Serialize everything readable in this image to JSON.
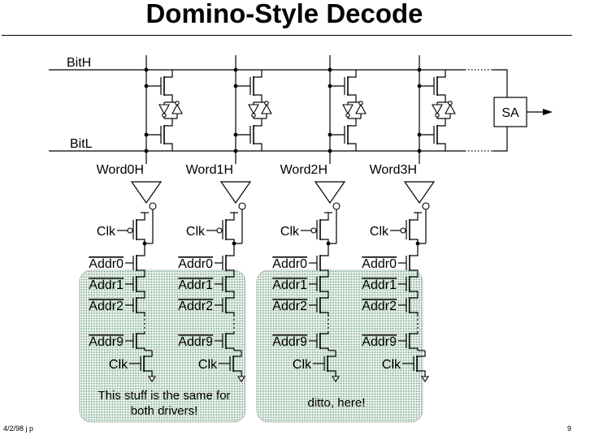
{
  "title": "Domino-Style Decode",
  "signals": {
    "bit_h": "BitH",
    "bit_l": "BitL",
    "sense_amp": "SA"
  },
  "columns": [
    {
      "word": "Word0H",
      "clk": "Clk",
      "addr0": "Addr0",
      "addr1": "Addr1",
      "addr2": "Addr2",
      "addr9": "Addr9",
      "clk_bottom": "Clk"
    },
    {
      "word": "Word1H",
      "clk": "Clk",
      "addr0": "Addr0",
      "addr1": "Addr1",
      "addr2": "Addr2",
      "addr9": "Addr9",
      "clk_bottom": "Clk"
    },
    {
      "word": "Word2H",
      "clk": "Clk",
      "addr0": "Addr0",
      "addr1": "Addr1",
      "addr2": "Addr2",
      "addr9": "Addr9",
      "clk_bottom": "Clk"
    },
    {
      "word": "Word3H",
      "clk": "Clk",
      "addr0": "Addr0",
      "addr1": "Addr1",
      "addr2": "Addr2",
      "addr9": "Addr9",
      "clk_bottom": "Clk"
    }
  ],
  "notes": {
    "same_line1": "This stuff is the same for",
    "same_line2": "both drivers!",
    "ditto": "ditto, here!"
  },
  "footer": {
    "date": "4/2/98 j p",
    "page": "9"
  }
}
